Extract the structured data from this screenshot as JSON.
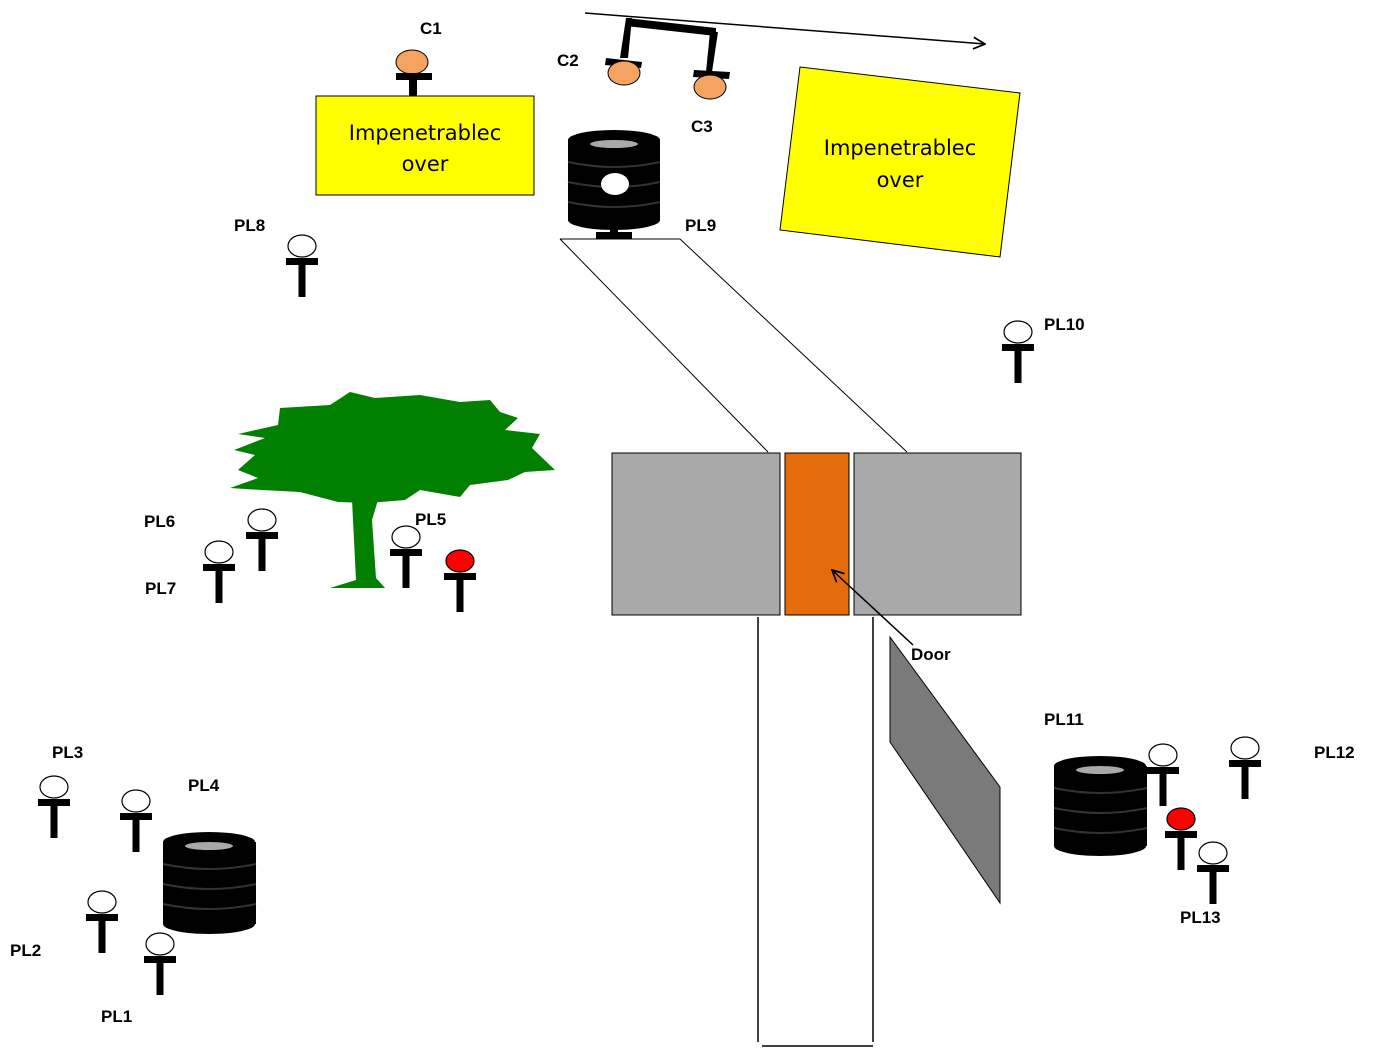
{
  "cover_text_line1": "Impenetrablec",
  "cover_text_line2": "over",
  "cameras": [
    {
      "label": "C1",
      "color": "#f4a460"
    },
    {
      "label": "C2",
      "color": "#f4a460"
    },
    {
      "label": "C3",
      "color": "#f4a460"
    }
  ],
  "players": [
    {
      "label": "PL1"
    },
    {
      "label": "PL2"
    },
    {
      "label": "PL3"
    },
    {
      "label": "PL4"
    },
    {
      "label": "PL5"
    },
    {
      "label": "PL6"
    },
    {
      "label": "PL7"
    },
    {
      "label": "PL8"
    },
    {
      "label": "PL9"
    },
    {
      "label": "PL10"
    },
    {
      "label": "PL11"
    },
    {
      "label": "PL12"
    },
    {
      "label": "PL13"
    }
  ],
  "door_label": "Door",
  "colors": {
    "cover": "#ffff00",
    "wall": "#a9a9a9",
    "door": "#e46c0a",
    "ramp": "#7a7a7a",
    "tree": "#007f00",
    "tire": "#000000",
    "marker_active": "#ff0000",
    "marker_idle": "#ffffff",
    "camera": "#f4a460"
  }
}
